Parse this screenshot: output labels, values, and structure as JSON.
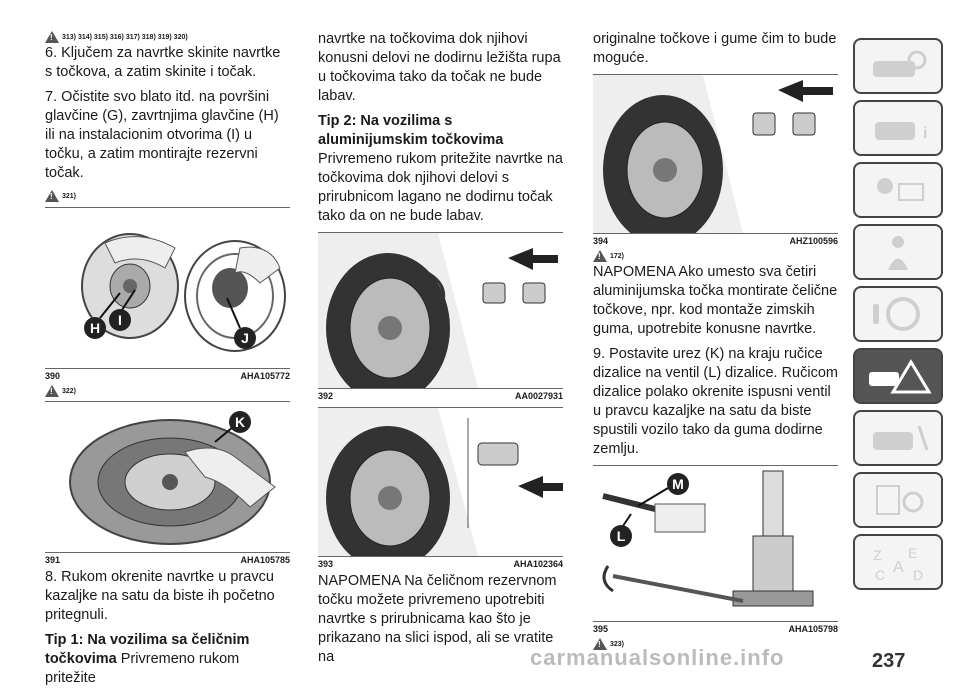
{
  "col1": {
    "warn_refs_1": "313) 314) 315) 316) 317) 318) 319) 320)",
    "step6": "6. Ključem za navrtke skinite navrtke s točkova, a zatim skinite i točak.",
    "step7": "7. Očistite svo blato itd. na površini glavčine (G), zavrtnjima glavčine (H) ili na instalacionim otvorima (I) u točku, a zatim montirajte rezervni točak.",
    "warn_refs_2": "321)",
    "fig390": {
      "num": "390",
      "code": "AHA105772",
      "labels": [
        "H",
        "I",
        "J"
      ]
    },
    "warn_refs_3": "322)",
    "fig391": {
      "num": "391",
      "code": "AHA105785",
      "labels": [
        "K"
      ]
    },
    "step8": "8. Rukom okrenite navrtke u pravcu kazaljke na satu da biste ih početno pritegnuli.",
    "tip1_title": "Tip 1: Na vozilima sa čeličnim točkovima",
    "tip1_text": " Privremeno rukom pritežite"
  },
  "col2": {
    "cont": "navrtke na točkovima dok njihovi konusni delovi ne dodirnu ležišta rupa u točkovima tako da točak ne bude labav.",
    "tip2_title": "Tip 2: Na vozilima s aluminijumskim točkovima",
    "tip2_text": " Privremeno rukom pritežite navrtke na točkovima dok njihovi delovi s prirubnicom lagano ne dodirnu točak tako da on ne bude labav.",
    "fig392": {
      "num": "392",
      "code": "AA0027931"
    },
    "fig393": {
      "num": "393",
      "code": "AHA102364"
    },
    "note": "NAPOMENA Na čeličnom rezervnom točku možete privremeno upotrebiti navrtke s prirubnicama kao što je prikazano na slici ispod, ali se vratite na"
  },
  "col3": {
    "cont": "originalne točkove i gume čim to bude moguće.",
    "fig394": {
      "num": "394",
      "code": "AHZ100596"
    },
    "warn_refs_4": "172)",
    "note": "NAPOMENA Ako umesto sva četiri aluminijumska točka montirate čelične točkove, npr. kod montaže zimskih guma, upotrebite konusne navrtke.",
    "step9": "9. Postavite urez (K) na kraju ručice dizalice na ventil (L) dizalice. Ručicom dizalice polako okrenite ispusni ventil u pravcu kazaljke na satu da biste spustili vozilo tako da guma dodirne zemlju.",
    "fig395": {
      "num": "395",
      "code": "AHA105798",
      "labels": [
        "M",
        "L"
      ]
    },
    "warn_refs_5": "323)"
  },
  "page_number": "237",
  "watermark": "carmanualsonline.info",
  "colors": {
    "accent_dark": "#555555",
    "icon_fill": "#cfcfcf"
  }
}
